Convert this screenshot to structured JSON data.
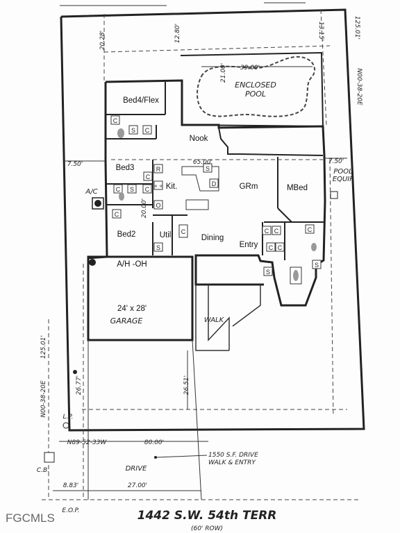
{
  "rooms": {
    "bed4": "Bed4/Flex",
    "nook": "Nook",
    "bed3": "Bed3",
    "kit": "Kit.",
    "grm": "GRm",
    "mbed": "MBed",
    "bed2": "Bed2",
    "util": "Util",
    "dining": "Dining",
    "entry": "Entry",
    "ah": "A/H -OH",
    "garage_size": "24' x 28'",
    "garage": "GARAGE",
    "walk": "WALK",
    "pool_line1": "ENCLOSED",
    "pool_line2": "POOL"
  },
  "fixtures": {
    "c": "C",
    "s": "S",
    "r": "R",
    "o": "O",
    "d": "D"
  },
  "dimensions": {
    "d_2028": "20.28'",
    "d_1280": "12.80'",
    "d_3900": "39.00'",
    "d_2100": "21.00'",
    "d_1315": "13.15'",
    "d_12501_top": "125.01'",
    "d_n00_top": "N00-38-20E",
    "d_750_l": "7.50'",
    "d_750_r": "7.50'",
    "d_6500": "65.00'",
    "d_2000": "20.00'",
    "d_12501_left": "125.01'",
    "d_n00_left": "N00-38-20E",
    "d_2677": "26.77'",
    "d_2651": "26.51'",
    "d_n89": "N89-52-33W",
    "d_8000": "80.00'",
    "d_883": "8.83'",
    "d_2700": "27.00'"
  },
  "notes": {
    "ac": "A/C",
    "pool_equip_1": "POOL",
    "pool_equip_2": "EQUIP",
    "lp": "L.P.",
    "cb": "C.B.",
    "drive": "DRIVE",
    "drive_note_1": "1550 S.F. DRIVE",
    "drive_note_2": "WALK & ENTRY",
    "eop": "E.O.P.",
    "address": "1442 S.W. 54th TERR",
    "row": "(60' ROW)",
    "watermark": "FGCMLS"
  }
}
